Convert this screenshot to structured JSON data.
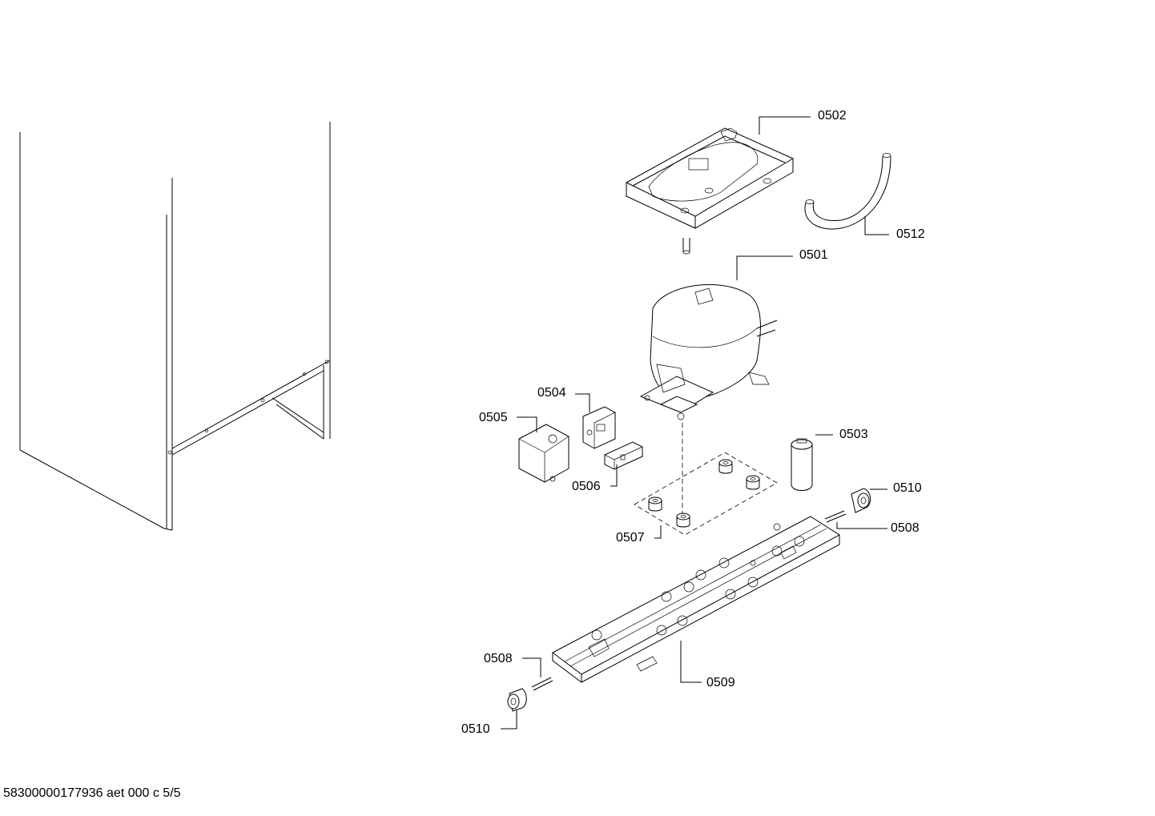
{
  "labels": {
    "p0502": "0502",
    "p0512": "0512",
    "p0501": "0501",
    "p0504": "0504",
    "p0505": "0505",
    "p0503": "0503",
    "p0506": "0506",
    "p0510a": "0510",
    "p0508a": "0508",
    "p0507": "0507",
    "p0508b": "0508",
    "p0509": "0509",
    "p0510b": "0510"
  },
  "footer": {
    "doc_ref": "58300000177936 aet 000 c 5/5"
  }
}
